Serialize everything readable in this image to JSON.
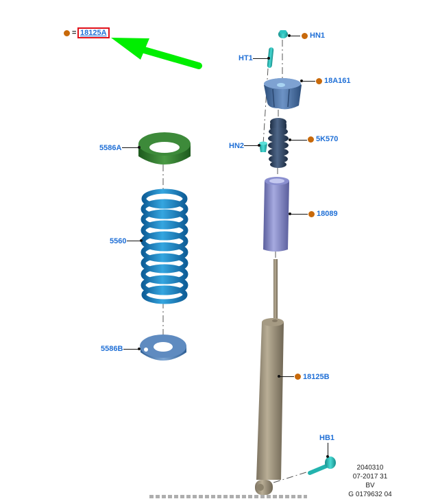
{
  "legend": {
    "marker": "orange-dot",
    "equals": "=",
    "part": "18125A",
    "highlight_color": "#e0101a",
    "arrow_color": "#00ee00"
  },
  "colors": {
    "label_blue": "#1f6fd6",
    "callout_orange": "#c8690a",
    "spring_blue": "#1a88c9",
    "upper_seat_green": "#2f7d2f",
    "lower_seat_blue": "#4e7fb5",
    "boot_purple": "#8a8fcf",
    "shock_tan": "#a39780",
    "hardware_cyan": "#2ec4c0"
  },
  "parts": {
    "hn1": "HN1",
    "ht1": "HT1",
    "mount": "18A161",
    "hn2": "HN2",
    "bump_stop": "5K570",
    "dust_boot": "18089",
    "upper_seat": "5586A",
    "spring": "5560",
    "lower_seat": "5586B",
    "shock_absorber": "18125B",
    "hb1": "HB1"
  },
  "footer": {
    "line1": "2040310",
    "line2": "07-2017 31",
    "line3": "BV",
    "line4": "G 0179632 04"
  }
}
